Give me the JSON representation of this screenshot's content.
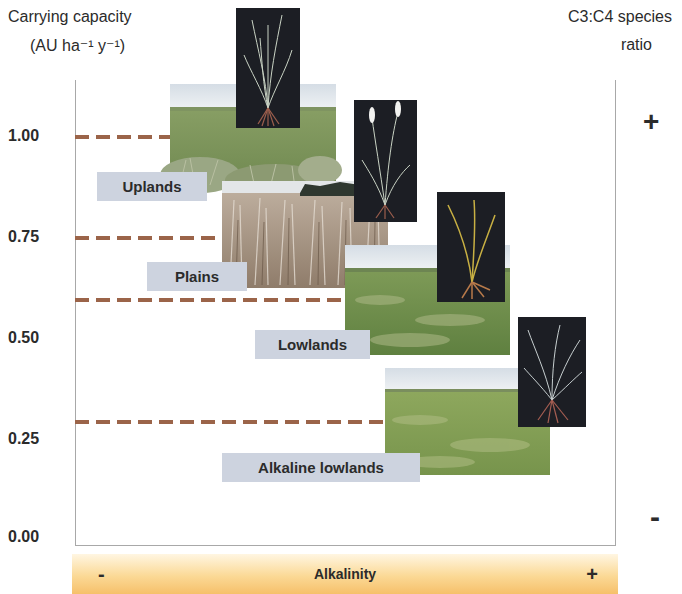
{
  "diagram": {
    "nodes": [
      {
        "text": [
          "Uplands"
        ]
      },
      {
        "text": [
          "Plains"
        ]
      },
      {
        "text": [
          "Lowlands"
        ]
      },
      {
        "text": [
          "Alkaline lowlands"
        ]
      },
      {
        "text": [
          "-",
          "Alkalinity",
          "+"
        ]
      }
    ],
    "labels": [
      "Carrying capacity",
      "(AU ha⁻¹ y⁻¹)",
      "C3:C4 species",
      "ratio",
      "1.00",
      "0.75",
      "0.50",
      "0.25",
      "0.00",
      "+",
      "-"
    ]
  }
}
